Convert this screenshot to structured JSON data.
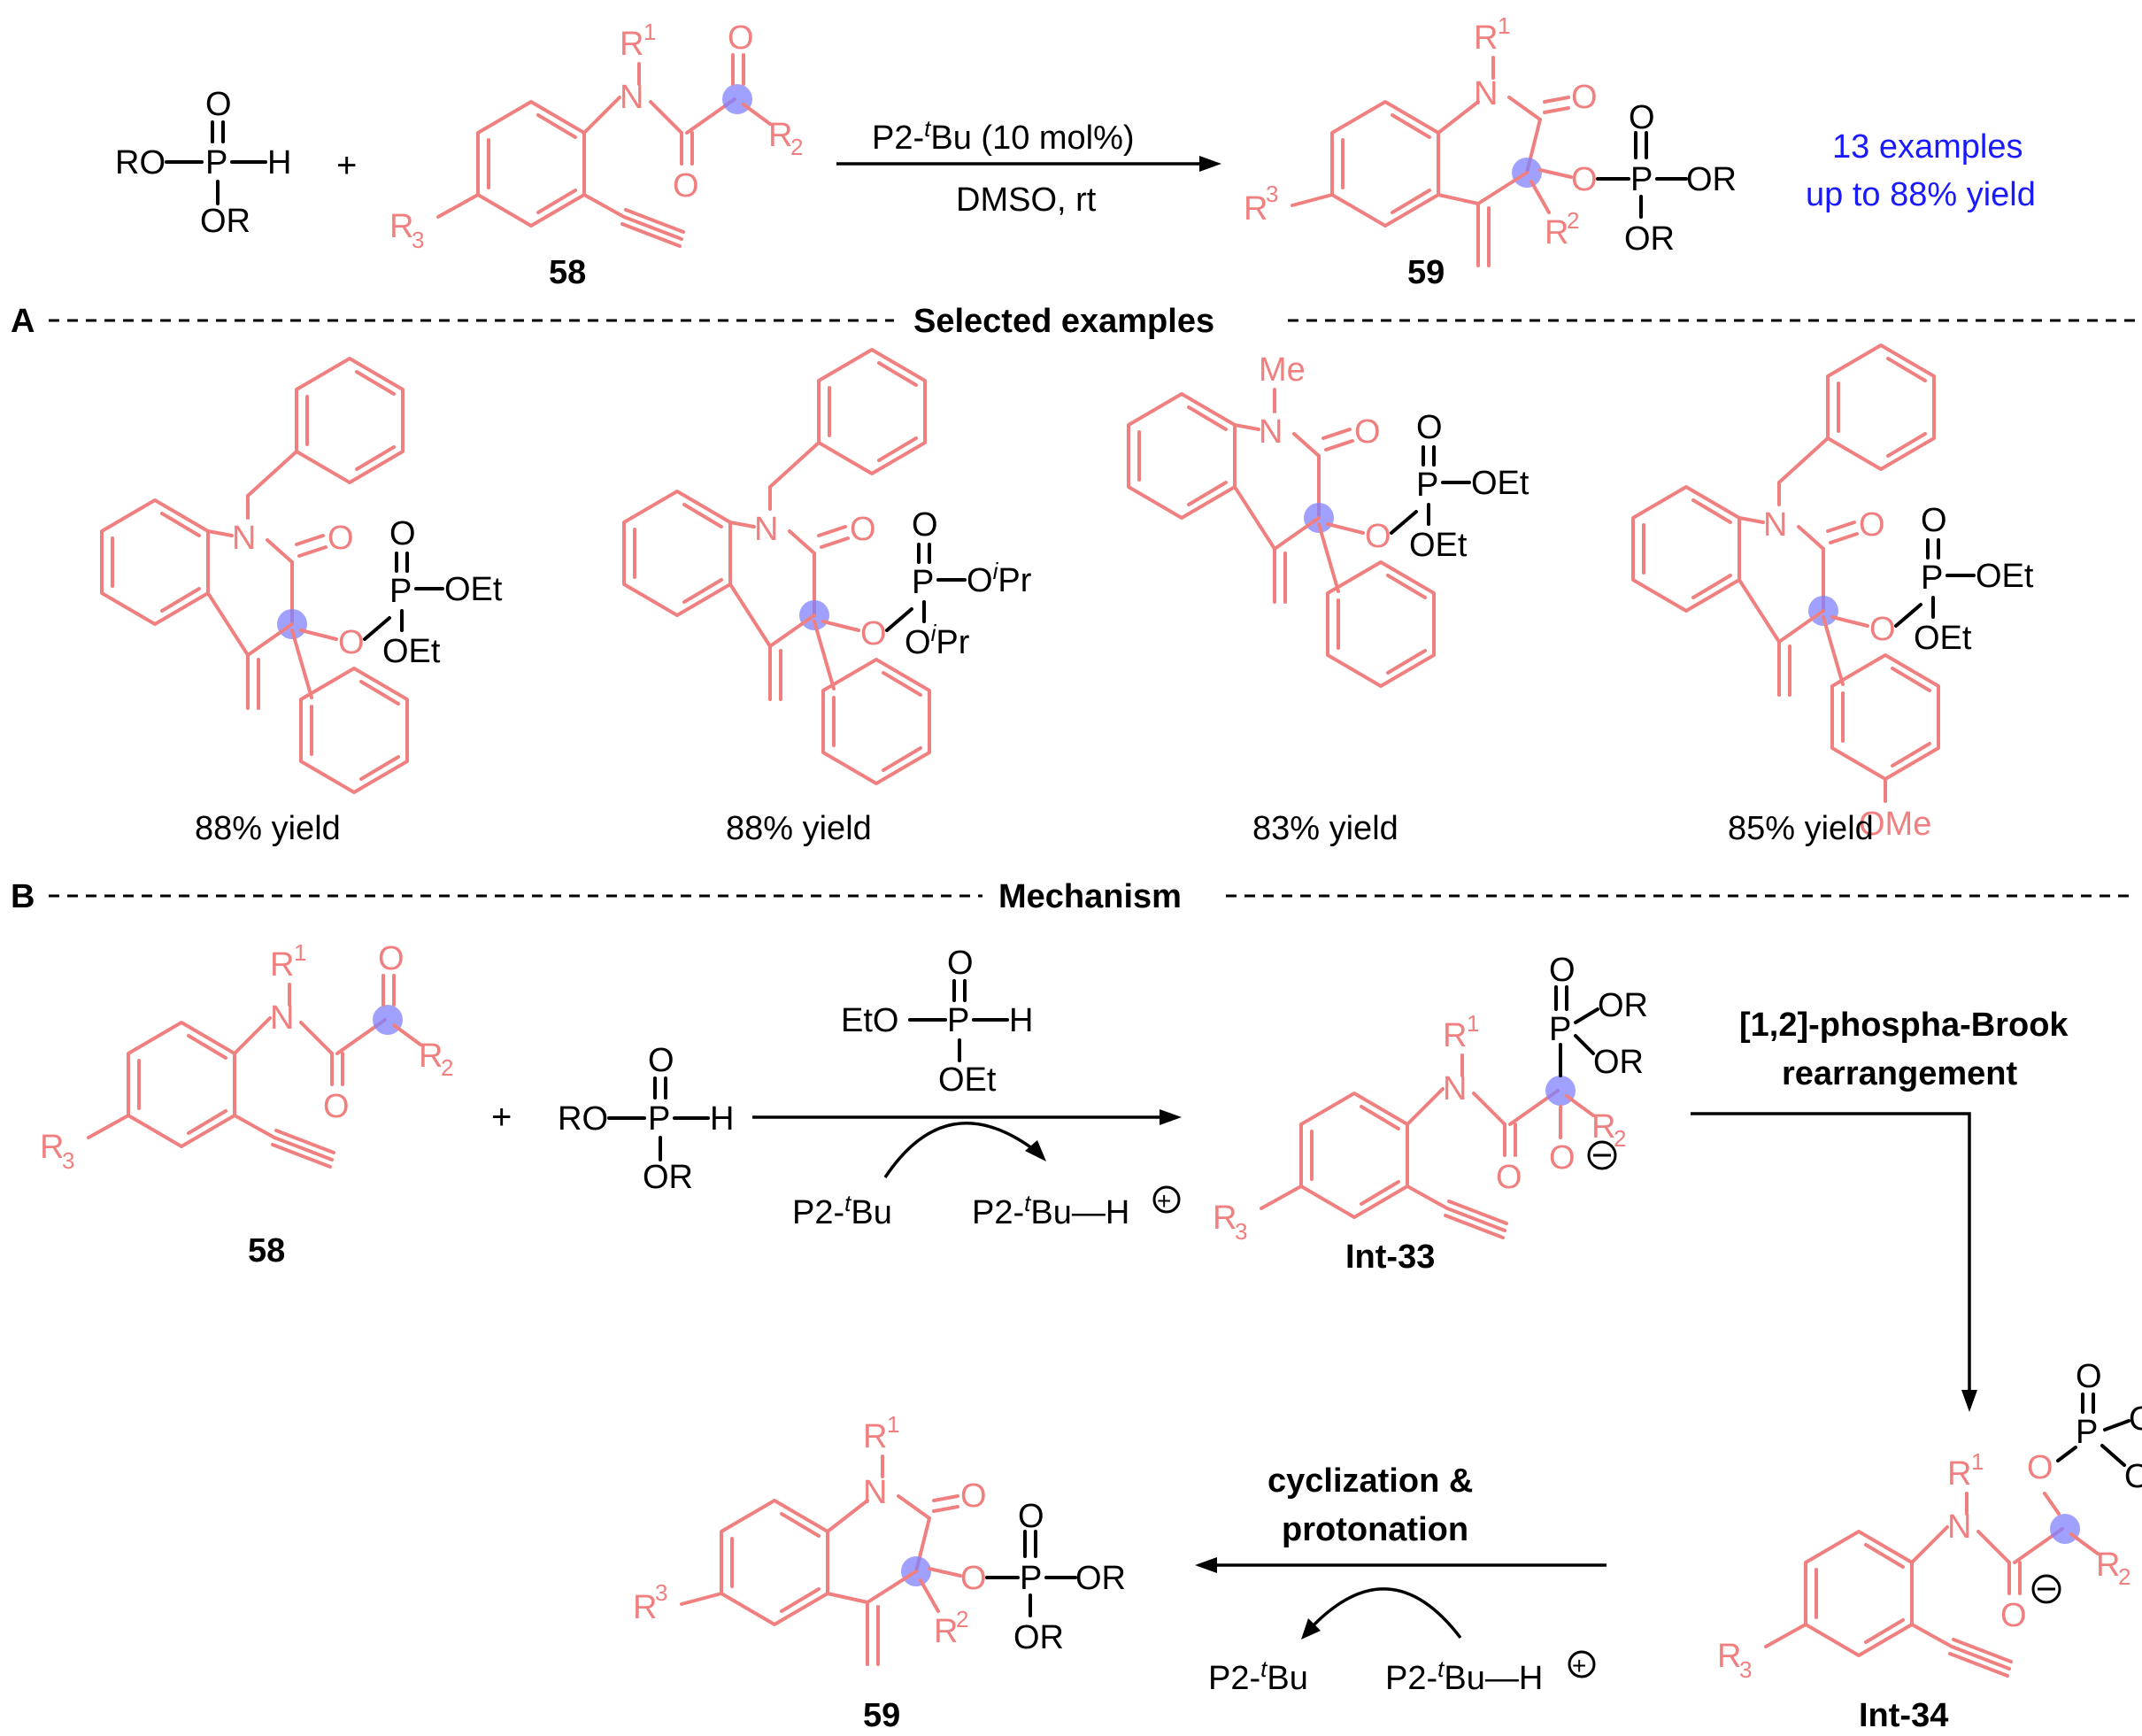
{
  "top": {
    "reagent_label": "P2-",
    "reagent_sup": "t",
    "reagent_rest": "Bu (10 mol%)",
    "solvent": "DMSO, rt",
    "sm_label": "58",
    "product_label": "59",
    "summary_line1": "13 examples",
    "summary_line2": "up to 88% yield",
    "phosphite": {
      "o": "O",
      "ro": "RO",
      "p": "P",
      "h": "H",
      "or": "OR"
    },
    "plus": "+"
  },
  "sectionA": {
    "letter": "A",
    "title": "Selected examples",
    "yields": [
      "88% yield",
      "88% yield",
      "83% yield",
      "85% yield"
    ],
    "ome": "OMe",
    "me": "Me",
    "oet": "OEt",
    "opr": "O",
    "pr_sup": "i",
    "pr": "Pr"
  },
  "sectionB": {
    "letter": "B",
    "title": "Mechanism",
    "sm_label": "58",
    "int33": "Int-33",
    "int34": "Int-34",
    "product_label": "59",
    "rearr1": "[1,2]-phospha-Brook",
    "rearr2": "rearrangement",
    "cyc1": "cyclization &",
    "cyc2": "protonation",
    "base": "P2-",
    "base_sup": "t",
    "base_rest": "Bu",
    "baseH_rest": "Bu—H",
    "eto": "EtO",
    "oet": "OEt",
    "plus": "+"
  },
  "atoms": {
    "N": "N",
    "O": "O",
    "R1": "R",
    "sup1": "1",
    "R2": "R",
    "sub2": "2",
    "R3": "R",
    "sub3": "3",
    "sup3": "3",
    "sup2": "2",
    "OR": "OR"
  },
  "colors": {
    "red": "#f08080",
    "blue": "#1a1aff",
    "dot": "#8080ff"
  }
}
